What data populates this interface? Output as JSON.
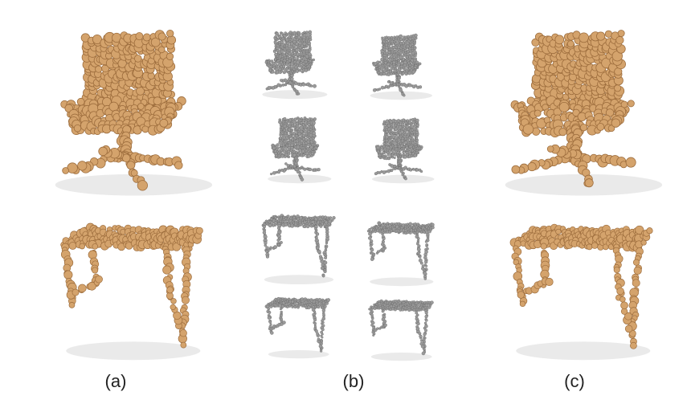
{
  "figure": {
    "captions": [
      "(a)",
      "(b)",
      "(c)"
    ]
  },
  "colors": {
    "input_point_cloud": "#d4a36c",
    "input_point_shadow": "#9c6c3c",
    "sample_point_cloud": "#9a9a9a",
    "sample_point_shadow": "#5c5c5c",
    "ground_shadow": "#dcdcdc"
  },
  "icons": {
    "chair": "chair-point-cloud-icon",
    "table": "table-point-cloud-icon"
  }
}
